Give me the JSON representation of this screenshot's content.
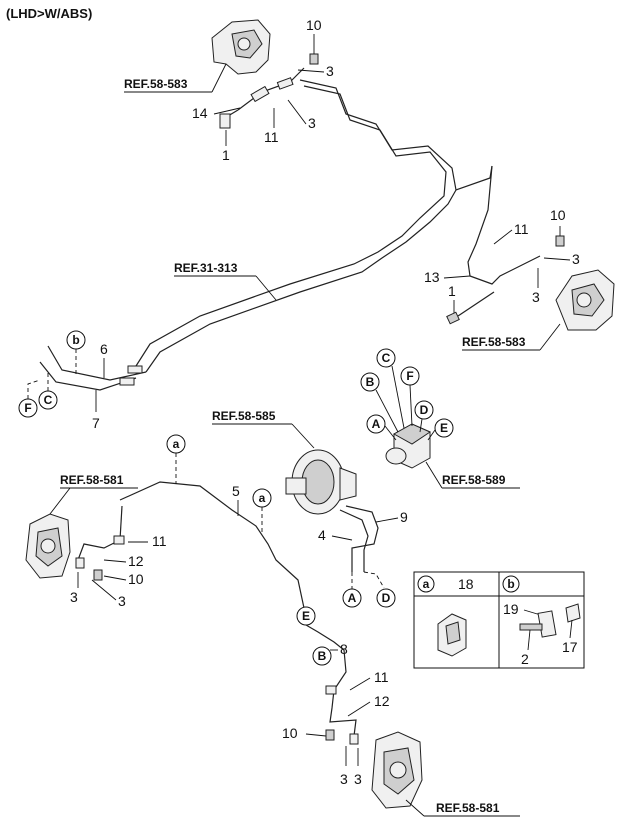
{
  "header": {
    "label": "(LHD>W/ABS)"
  },
  "refs": {
    "front_caliper_top": "REF.58-583",
    "brake_line": "REF.31-313",
    "front_caliper_right": "REF.58-583",
    "booster": "REF.58-585",
    "abs_unit": "REF.58-589",
    "rear_caliper_left": "REF.58-581",
    "rear_caliper_bottom": "REF.58-581"
  },
  "part_numbers": {
    "p1_top": "1",
    "p3_top_a": "3",
    "p3_top_b": "3",
    "p10_top": "10",
    "p11_top": "11",
    "p14_top": "14",
    "p10_right": "10",
    "p11_right": "11",
    "p13_right": "13",
    "p1_right": "1",
    "p3_right_a": "3",
    "p3_right_b": "3",
    "p6": "6",
    "p7": "7",
    "p5": "5",
    "p4": "4",
    "p9": "9",
    "p8": "8",
    "p11_left": "11",
    "p12_left": "12",
    "p10_left": "10",
    "p3_left_a": "3",
    "p3_left_b": "3",
    "p11_bottom": "11",
    "p12_bottom": "12",
    "p10_bottom": "10",
    "p3_bottom_a": "3",
    "p3_bottom_b": "3"
  },
  "connectors": {
    "a_top": "a",
    "a_mid": "a",
    "b_left": "b",
    "A_abs": "A",
    "B_abs": "B",
    "C_abs": "C",
    "D_abs": "D",
    "E_abs": "E",
    "F_abs": "F",
    "A_low": "A",
    "D_low": "D",
    "C_left": "C",
    "F_left": "F",
    "E_low": "E",
    "B_low": "B"
  },
  "detail_box": {
    "a_letter": "a",
    "a_part": "18",
    "b_letter": "b",
    "b_part_19": "19",
    "b_part_2": "2",
    "b_part_17": "17"
  }
}
